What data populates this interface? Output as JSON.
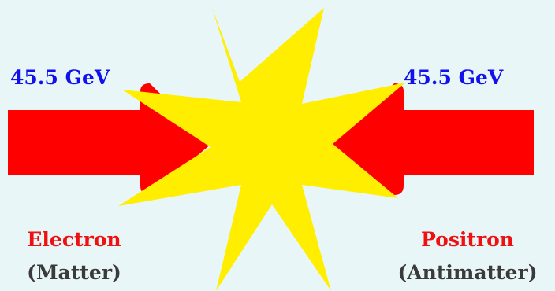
{
  "electron": {
    "energy": "45.5 GeV",
    "name": "Electron",
    "kind": "(Matter)"
  },
  "positron": {
    "energy": "45.5 GeV",
    "name": "Positron",
    "kind": "(Antimatter)"
  },
  "colors": {
    "background": "#e8f6f7",
    "beam": "#ff0000",
    "collision": "#ffee00",
    "energy_text": "#1111ee",
    "particle_text": "#ee1111",
    "kind_text": "#3a3a3a"
  }
}
